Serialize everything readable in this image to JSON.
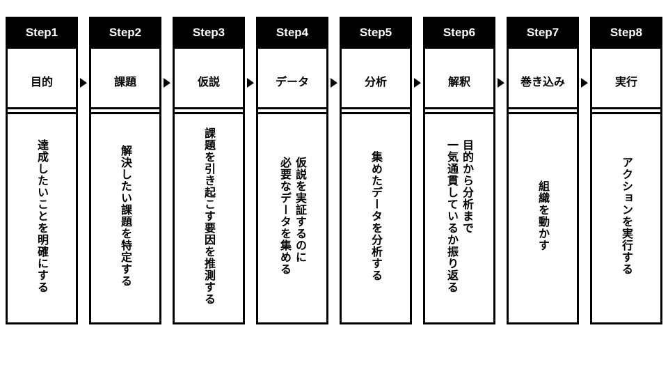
{
  "steps": [
    {
      "label": "Step1",
      "name": "目的",
      "description": "達成したいことを明確にする"
    },
    {
      "label": "Step2",
      "name": "課題",
      "description": "解決したい課題を特定する"
    },
    {
      "label": "Step3",
      "name": "仮説",
      "description": "課題を引き起こす要因を推測する"
    },
    {
      "label": "Step4",
      "name": "データ",
      "description": "仮説を実証するのに\n必要なデータを集める"
    },
    {
      "label": "Step5",
      "name": "分析",
      "description": "集めたデータを分析する"
    },
    {
      "label": "Step6",
      "name": "解釈",
      "description": "目的から分析まで\n一気通貫しているか振り返る"
    },
    {
      "label": "Step7",
      "name": "巻き込み",
      "description": "組織を動かす"
    },
    {
      "label": "Step8",
      "name": "実行",
      "description": "アクションを実行する"
    }
  ]
}
